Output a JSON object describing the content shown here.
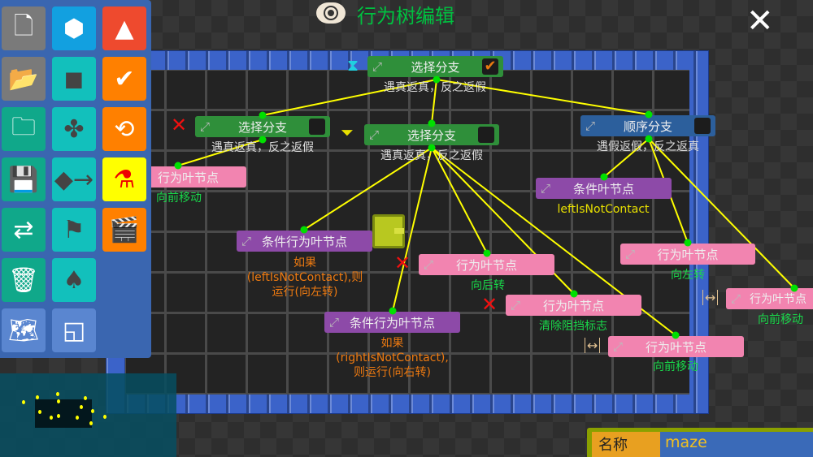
{
  "header": {
    "title": "行为树编辑",
    "eye_icon": "eye-icon",
    "close_icon": "close-icon"
  },
  "toolbar": {
    "tiles": [
      {
        "name": "new-file",
        "color": "#7a7a7a",
        "glyph": "🗋"
      },
      {
        "name": "node-group",
        "color": "#12a0e0",
        "glyph": "⬢"
      },
      {
        "name": "tree",
        "color": "#ee4a2e",
        "glyph": "▲"
      },
      {
        "name": "open-folder",
        "color": "#7a7a7a",
        "glyph": "📂"
      },
      {
        "name": "shapes",
        "color": "#12c0bc",
        "glyph": "◼"
      },
      {
        "name": "shield-check",
        "color": "#ff8000",
        "glyph": "✔"
      },
      {
        "name": "import-folder",
        "color": "#10a88a",
        "glyph": "🗀"
      },
      {
        "name": "clover",
        "color": "#12c0bc",
        "glyph": "✤"
      },
      {
        "name": "reset-hex",
        "color": "#ff8000",
        "glyph": "⟲"
      },
      {
        "name": "save",
        "color": "#10a88a",
        "glyph": "💾"
      },
      {
        "name": "diamond-arrow",
        "color": "#12c0bc",
        "glyph": "◆→"
      },
      {
        "name": "flask",
        "color": "#ffff00",
        "glyph": "⚗"
      },
      {
        "name": "swap",
        "color": "#10a88a",
        "glyph": "⇄"
      },
      {
        "name": "flag",
        "color": "#12c0bc",
        "glyph": "⚑"
      },
      {
        "name": "clapper",
        "color": "#ff8000",
        "glyph": "🎬"
      },
      {
        "name": "delete",
        "color": "#10a88a",
        "glyph": "🗑"
      },
      {
        "name": "tree-single",
        "color": "#12c0bc",
        "glyph": "♠"
      },
      {
        "name": "map",
        "color": "#5a86d0",
        "glyph": "🗺"
      },
      {
        "name": "resize-frame",
        "color": "#5a86d0",
        "glyph": "◱"
      }
    ]
  },
  "nodes": {
    "root": {
      "label": "选择分支",
      "desc": "遇真返真，反之返假",
      "checked": "✔"
    },
    "left_select": {
      "label": "选择分支",
      "desc": "遇真返真，反之返假"
    },
    "mid_select": {
      "label": "选择分支",
      "desc": "遇真返真，反之返假"
    },
    "sequence": {
      "label": "顺序分支",
      "desc": "遇假返假，反之返真"
    },
    "action_forward_1": {
      "label": "行为叶节点",
      "desc": "向前移动"
    },
    "cond_leaf": {
      "label": "条件叶节点",
      "desc": "leftIsNotContact"
    },
    "cond_action_1": {
      "label": "条件行为叶节点",
      "desc": "如果\n(leftIsNotContact),则\n运行(向左转)"
    },
    "action_back": {
      "label": "行为叶节点",
      "desc": "向后转"
    },
    "action_left": {
      "label": "行为叶节点",
      "desc": "向左转"
    },
    "action_forward_2": {
      "label": "行为叶节点",
      "desc": "向前移动"
    },
    "cond_action_2": {
      "label": "条件行为叶节点",
      "desc": "如果\n(rightIsNotContact),\n则运行(向右转)"
    },
    "action_clear": {
      "label": "行为叶节点",
      "desc": "清除阻挡标志"
    },
    "action_forward_3": {
      "label": "行为叶节点",
      "desc": "向前移动"
    }
  },
  "name_field": {
    "label": "名称",
    "value": "maze"
  },
  "colors": {
    "title": "#00c040",
    "connector": "#ffff00",
    "joint": "#00e000"
  }
}
